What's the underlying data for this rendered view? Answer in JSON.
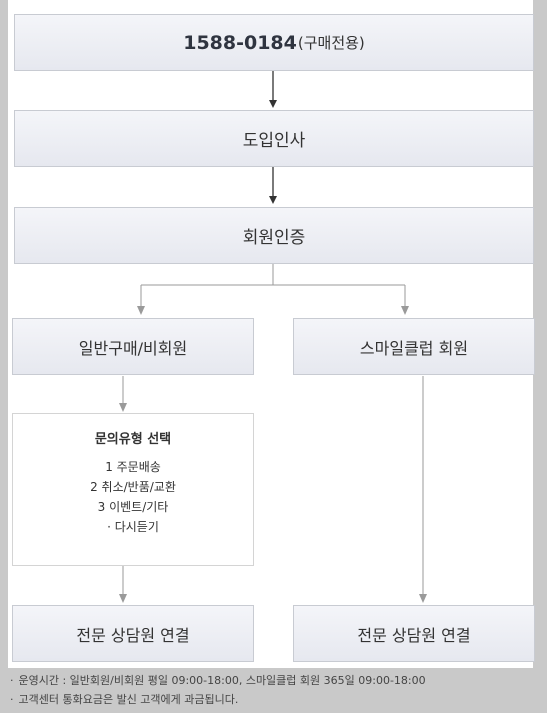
{
  "steps": {
    "phone_number": "1588-0184",
    "phone_suffix": "(구매전용)",
    "intro": "도입인사",
    "auth": "회원인증"
  },
  "branches": {
    "general": {
      "label": "일반구매/비회원",
      "menu_title": "문의유형 선택",
      "menu_items": [
        "1 주문배송",
        "2 취소/반품/교환",
        "3 이벤트/기타",
        "· 다시듣기"
      ],
      "connect": "전문 상담원 연결"
    },
    "smile": {
      "label": "스마일클럽 회원",
      "connect": "전문 상담원 연결"
    }
  },
  "notes": [
    "운영시간 : 일반회원/비회원 평일 09:00-18:00, 스마일클럽 회원 365일 09:00-18:00",
    "고객센터 통화요금은 발신 고객에게 과금됩니다."
  ],
  "colors": {
    "box_border": "#c8cbd2",
    "box_fill": "#e6e8ef",
    "arrow": "#333333",
    "arrow_light": "#9a9a9a",
    "background": "#c9c9c9"
  }
}
